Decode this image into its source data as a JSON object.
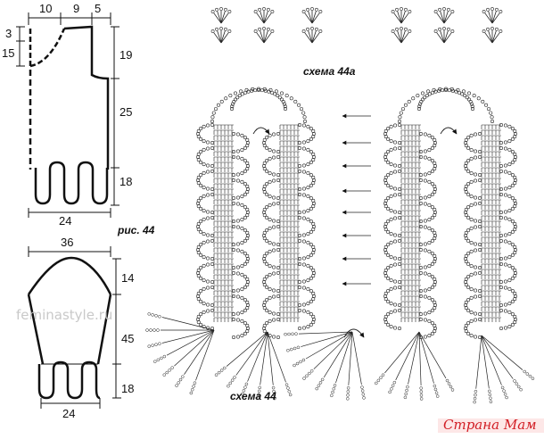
{
  "top_pattern": {
    "widths": [
      "10",
      "9",
      "5"
    ],
    "heights": [
      "3",
      "15",
      "19",
      "25",
      "18"
    ],
    "bottom_width": "24"
  },
  "caption": "рис. 44",
  "sleeve_pattern": {
    "top_width": "36",
    "heights": [
      "14",
      "45",
      "18"
    ],
    "bottom_width": "24"
  },
  "watermark": "feminastyle.ru",
  "scheme_a_label": "схема 44а",
  "scheme_label": "схема 44",
  "brand": {
    "name": "Страна Мам",
    "color": "#d21f26"
  }
}
